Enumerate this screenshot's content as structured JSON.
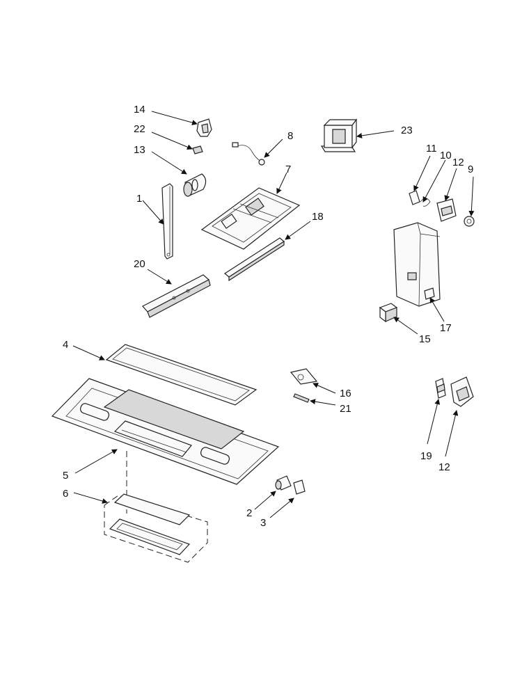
{
  "callouts": {
    "c1": "1",
    "c2": "2",
    "c3": "3",
    "c4": "4",
    "c5": "5",
    "c6": "6",
    "c7": "7",
    "c8": "8",
    "c9": "9",
    "c10": "10",
    "c11": "11",
    "c12a": "12",
    "c12b": "12",
    "c13": "13",
    "c14": "14",
    "c15": "15",
    "c16": "16",
    "c17": "17",
    "c18": "18",
    "c19": "19",
    "c20": "20",
    "c21": "21",
    "c22": "22",
    "c23": "23"
  }
}
